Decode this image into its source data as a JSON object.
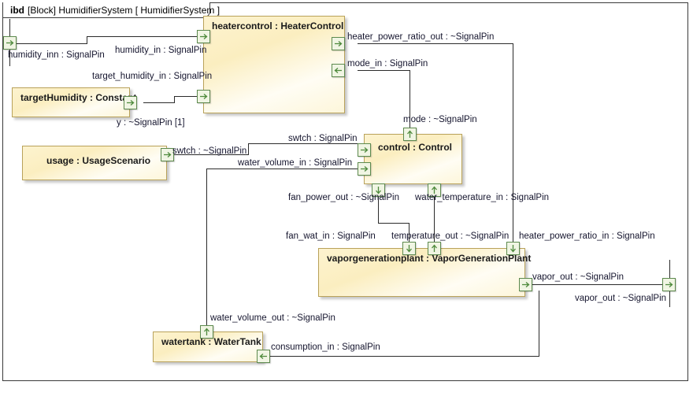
{
  "diagram": {
    "kind": "ibd",
    "frame_title_keyword": "ibd",
    "frame_title_rest": "[Block] HumidifierSystem [ HumidifierSystem ]",
    "frame_title_full": "ibd [Block] HumidifierSystem [ HumidifierSystem ]",
    "colors": {
      "block_fill": "#fdf3cf",
      "block_border": "#b9a25a",
      "pin_border": "#5d8a4e",
      "pin_fill": "#f0f5e3",
      "arrow": "#4e8a3c",
      "line": "#2b2b2b",
      "frame_border": "#3a3a3a",
      "text": "#15152e"
    }
  },
  "parts": [
    {
      "id": "heatercontrol",
      "label": "heatercontrol : HeaterControl"
    },
    {
      "id": "targethumidity",
      "label": "targetHumidity : Constant"
    },
    {
      "id": "usage",
      "label": "usage : UsageScenario"
    },
    {
      "id": "control",
      "label": "control : Control"
    },
    {
      "id": "vaporgenerationplant",
      "label": "vaporgenerationplant : VaporGenerationPlant"
    },
    {
      "id": "watertank",
      "label": "watertank : WaterTank"
    }
  ],
  "port_labels": [
    {
      "id": "humidity_inn",
      "text": "humidity_inn : SignalPin"
    },
    {
      "id": "humidity_in",
      "text": "humidity_in : SignalPin"
    },
    {
      "id": "target_humidity_in",
      "text": "target_humidity_in : SignalPin"
    },
    {
      "id": "heater_power_ratio_out",
      "text": "heater_power_ratio_out : ~SignalPin"
    },
    {
      "id": "mode_in",
      "text": "mode_in : SignalPin"
    },
    {
      "id": "y",
      "text": "y : ~SignalPin [1]"
    },
    {
      "id": "mode",
      "text": "mode : ~SignalPin"
    },
    {
      "id": "swtch_out",
      "text": "swtch : ~SignalPin"
    },
    {
      "id": "swtch_in",
      "text": "swtch : SignalPin"
    },
    {
      "id": "water_volume_in",
      "text": "water_volume_in : SignalPin"
    },
    {
      "id": "fan_power_out",
      "text": "fan_power_out : ~SignalPin"
    },
    {
      "id": "water_temperature_in",
      "text": "water_temperature_in : SignalPin"
    },
    {
      "id": "fan_wat_in",
      "text": "fan_wat_in : SignalPin"
    },
    {
      "id": "temperature_out",
      "text": "temperature_out : ~SignalPin"
    },
    {
      "id": "heater_power_ratio_in",
      "text": "heater_power_ratio_in : SignalPin"
    },
    {
      "id": "vapor_out_plant",
      "text": "vapor_out : ~SignalPin"
    },
    {
      "id": "vapor_out_system",
      "text": "vapor_out : ~SignalPin"
    },
    {
      "id": "water_volume_out",
      "text": "water_volume_out : ~SignalPin"
    },
    {
      "id": "consumption_in",
      "text": "consumption_in : SignalPin"
    }
  ]
}
